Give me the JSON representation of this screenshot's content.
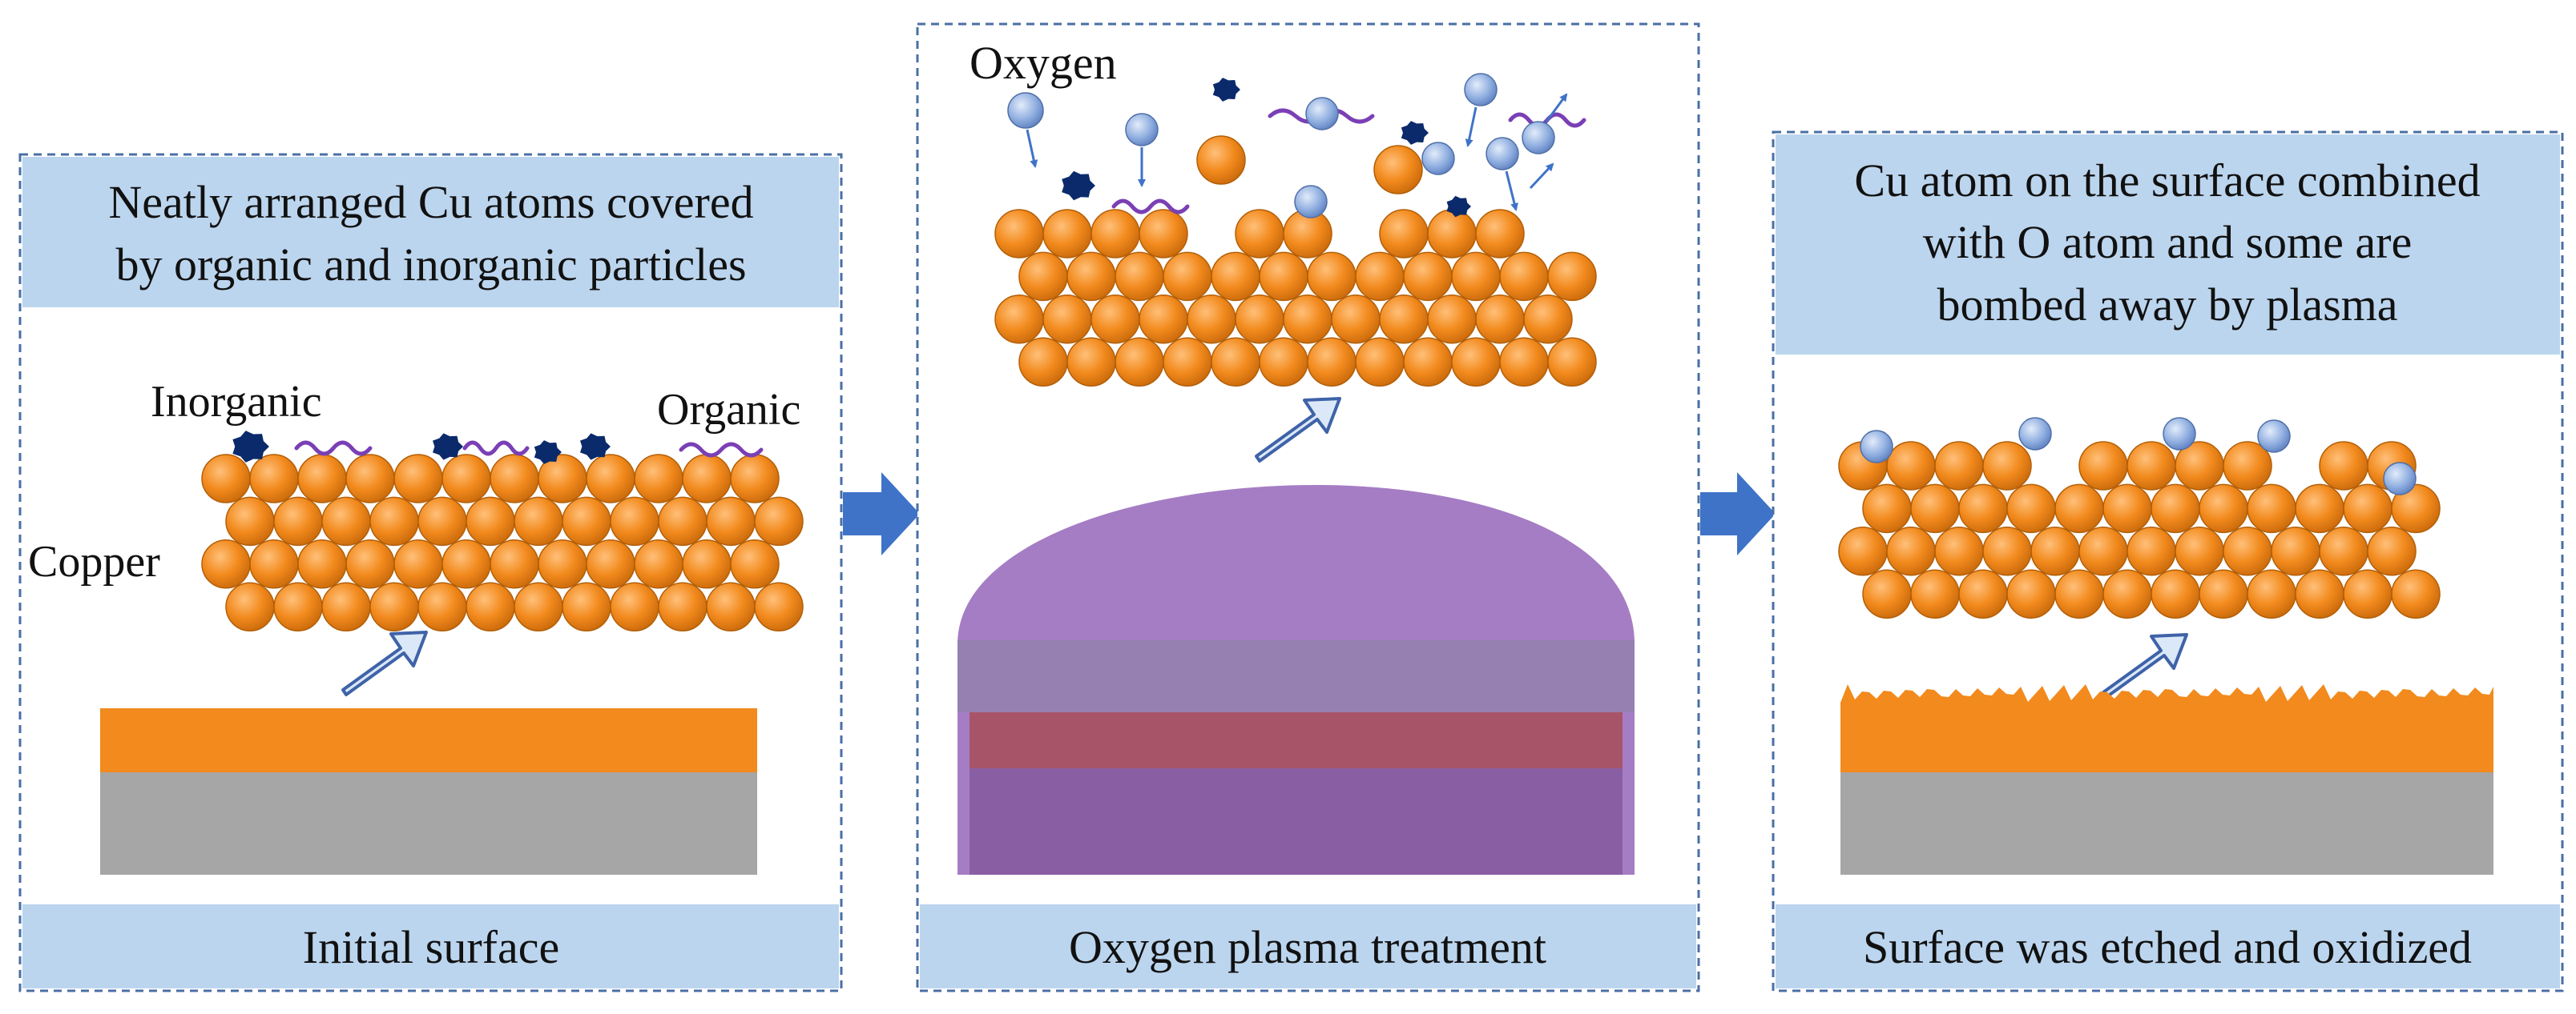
{
  "panels": [
    {
      "header_lines": [
        "Neatly arranged Cu atoms covered",
        "by organic and inorganic particles"
      ],
      "labels": {
        "inorganic": "Inorganic",
        "organic": "Organic",
        "copper": "Copper"
      },
      "footer": "Initial surface"
    },
    {
      "labels": {
        "oxygen": "Oxygen"
      },
      "footer": "Oxygen plasma treatment"
    },
    {
      "header_lines": [
        "Cu atom on the surface combined",
        "with O atom and some are",
        "bombed away by plasma"
      ],
      "footer": "Surface was etched and oxidized"
    }
  ],
  "colors": {
    "copper_atom": "#f28a1d",
    "oxygen_atom": "#8faee0",
    "inorganic_particle": "#0a2a6b",
    "organic_chain": "#7b3fb5",
    "header_band": "#bcd5ee",
    "copper_layer": "#f28a1d",
    "substrate": "#a6a6a6",
    "plasma": "#a57dc4",
    "process_arrow": "#3f73c8"
  }
}
